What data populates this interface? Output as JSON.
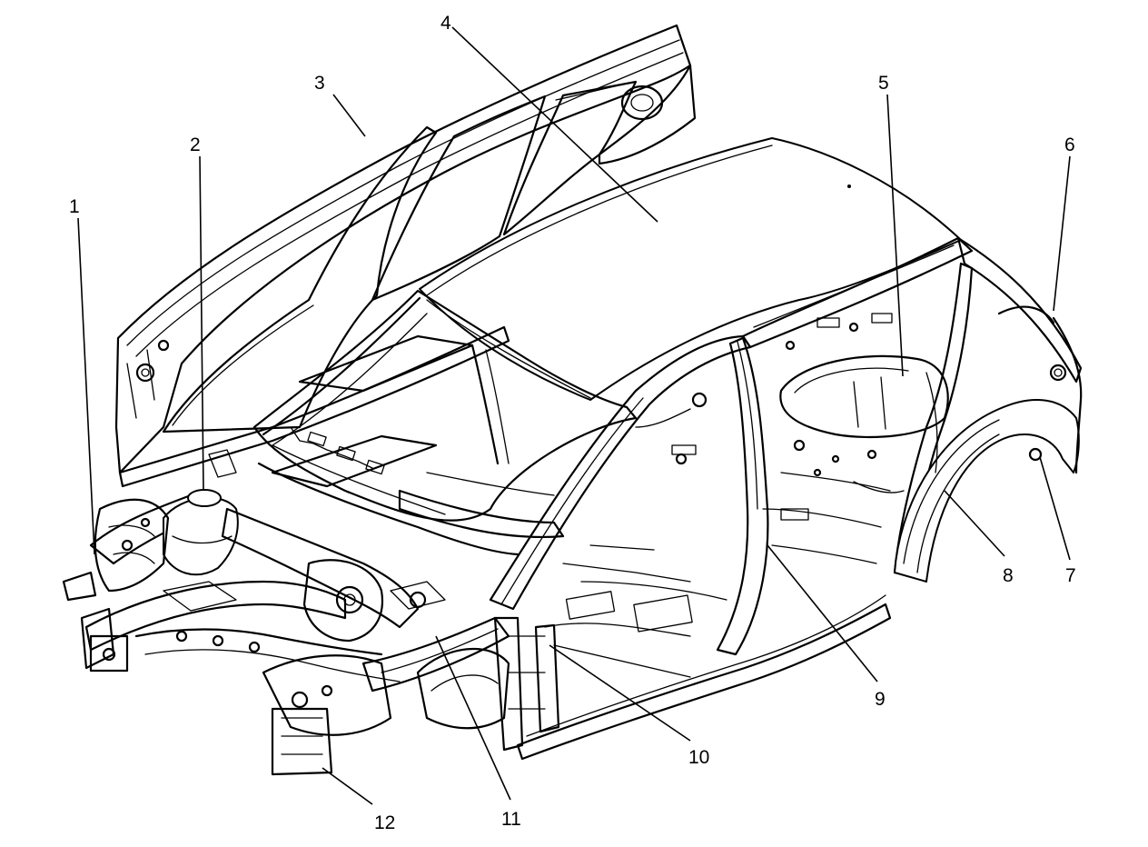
{
  "diagram": {
    "callouts": [
      {
        "id": "1",
        "label": "1"
      },
      {
        "id": "2",
        "label": "2"
      },
      {
        "id": "3",
        "label": "3"
      },
      {
        "id": "4",
        "label": "4"
      },
      {
        "id": "5",
        "label": "5"
      },
      {
        "id": "6",
        "label": "6"
      },
      {
        "id": "7",
        "label": "7"
      },
      {
        "id": "8",
        "label": "8"
      },
      {
        "id": "9",
        "label": "9"
      },
      {
        "id": "10",
        "label": "10"
      },
      {
        "id": "11",
        "label": "11"
      },
      {
        "id": "12",
        "label": "12"
      }
    ],
    "line_color": "#000000",
    "background_color": "#ffffff"
  }
}
